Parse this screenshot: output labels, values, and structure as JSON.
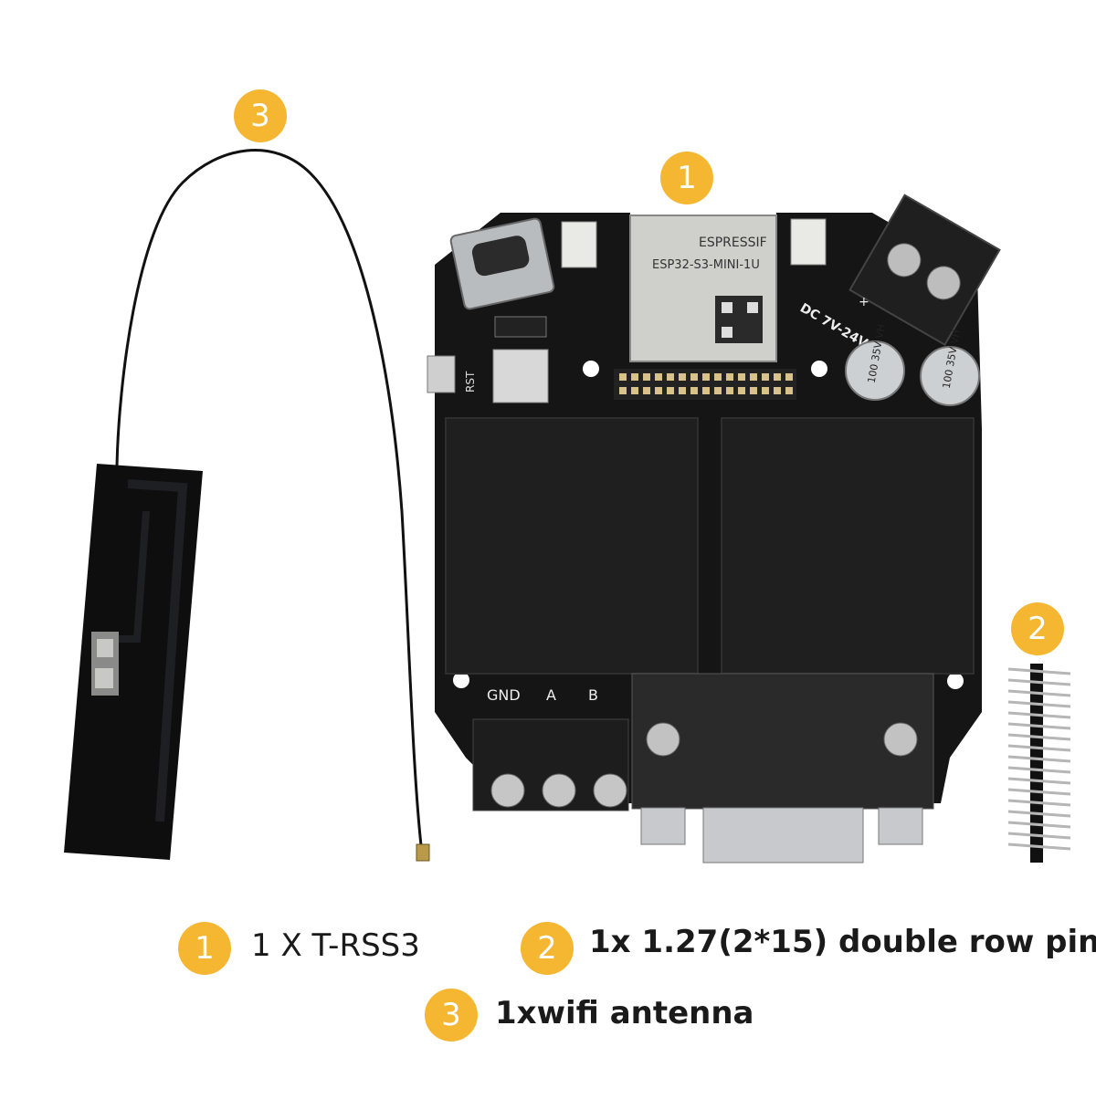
{
  "badges": {
    "antenna": "3",
    "board": "1",
    "pins": "2"
  },
  "board": {
    "module_brand": "ESPRESSIF",
    "module_name": "ESP32-S3-MINI-1U",
    "power_label": "DC 7V-24V",
    "plus": "+",
    "cap_label_1": "100 35V VH",
    "cap_label_2": "100 35V VH",
    "rst_label": "RST",
    "terminal_gnd": "GND",
    "terminal_a": "A",
    "terminal_b": "B"
  },
  "legend": [
    {
      "num": "1",
      "text": "1 X T-RSS3"
    },
    {
      "num": "2",
      "text": "1x 1.27(2*15) double row pin"
    },
    {
      "num": "3",
      "text": "1xwifi antenna"
    }
  ],
  "colors": {
    "badge": "#f5b632",
    "pcb": "#141414",
    "relay": "#1e1e1e"
  }
}
